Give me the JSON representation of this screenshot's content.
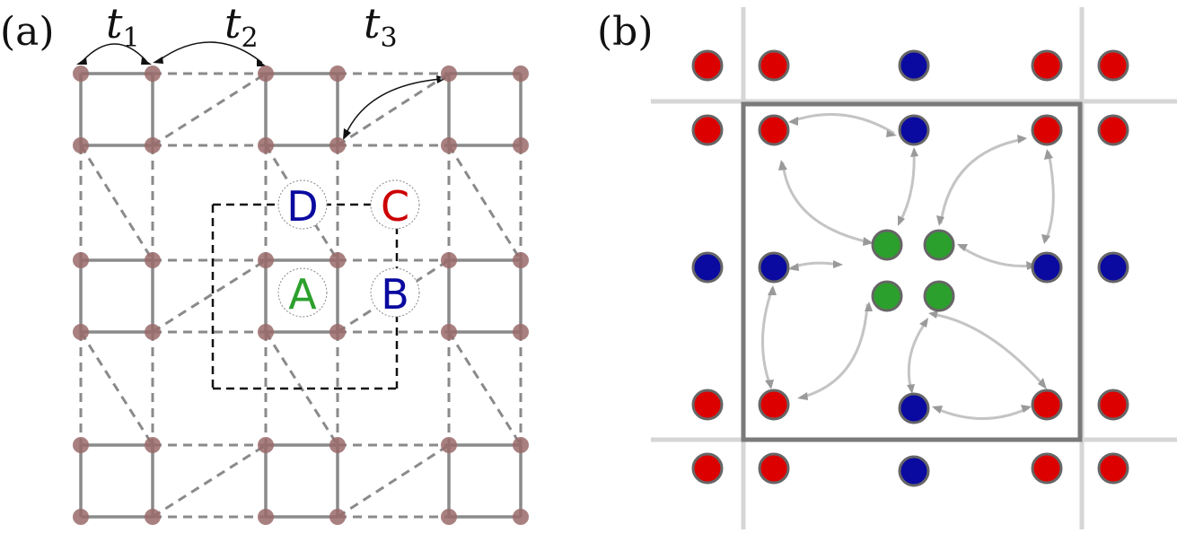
{
  "panels": {
    "a": {
      "label": "(a)",
      "hoppings": [
        {
          "symbol": "t",
          "subscript": "1"
        },
        {
          "symbol": "t",
          "subscript": "2"
        },
        {
          "symbol": "t",
          "subscript": "3"
        }
      ],
      "sites": [
        {
          "letter": "A",
          "color": "#2ca02c"
        },
        {
          "letter": "B",
          "color": "#0a0aa0"
        },
        {
          "letter": "C",
          "color": "#cc0000"
        },
        {
          "letter": "D",
          "color": "#0a0aa0"
        }
      ]
    },
    "b": {
      "label": "(b)"
    }
  },
  "colors": {
    "lattice_line": "#8a8a8a",
    "lattice_node": "#9a6a6a",
    "red_site": "#dd0000",
    "blue_site": "#0a0aa0",
    "green_site": "#2ca02c",
    "site_outline": "#666666",
    "cell_outline": "#7a7a7a",
    "faint_line": "#d6d6d6"
  }
}
